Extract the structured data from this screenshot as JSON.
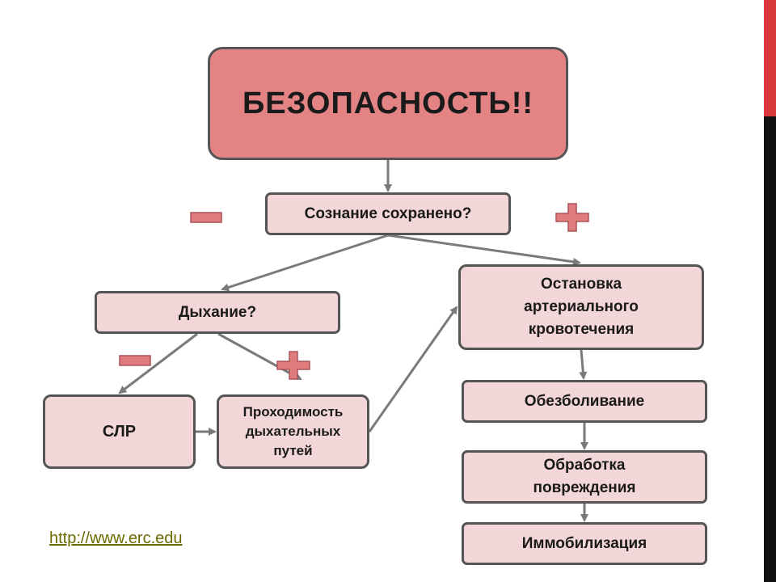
{
  "diagram": {
    "title": "БЕЗОПАСНОСТЬ!!",
    "consciousness": "Сознание сохранено?",
    "breathing": "Дыхание?",
    "cpr": "СЛР",
    "airway": "Проходимость\nдыхательных\nпутей",
    "bleeding": "Остановка\nартериального\nкровотечения",
    "analgesia": "Обезболивание",
    "wound_care": "Обработка\nповреждения",
    "immobilization": "Иммобилизация"
  },
  "link": {
    "text": "http://www.erc.edu"
  },
  "colors": {
    "title_fill": "#e48384",
    "box_fill": "#f3d6d8",
    "sign_fill": "#e07b7e",
    "border": "#555555",
    "accent_bar": "#d8383b"
  }
}
